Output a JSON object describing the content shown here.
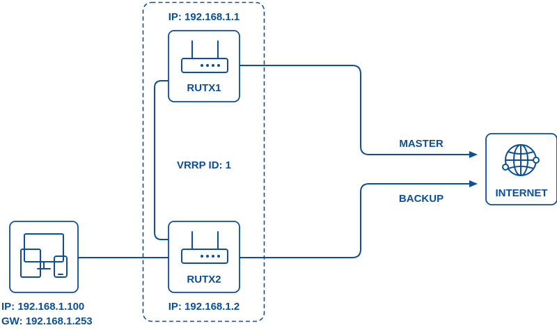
{
  "nodes": {
    "rutx1": {
      "name": "RUTX1",
      "ip": "IP: 192.168.1.1"
    },
    "rutx2": {
      "name": "RUTX2",
      "ip": "IP: 192.168.1.2"
    },
    "internet": {
      "name": "INTERNET"
    },
    "client": {
      "ip": "IP: 192.168.1.100",
      "gw": "GW: 192.168.1.253"
    }
  },
  "group": {
    "label": "VRRP ID: 1"
  },
  "links": {
    "master": "MASTER",
    "backup": "BACKUP"
  },
  "icons": {
    "router": "router-icon",
    "globe": "globe-icon",
    "devices": "devices-icon"
  },
  "colors": {
    "accent": "#0b4f9a",
    "background": "#ffffff"
  }
}
